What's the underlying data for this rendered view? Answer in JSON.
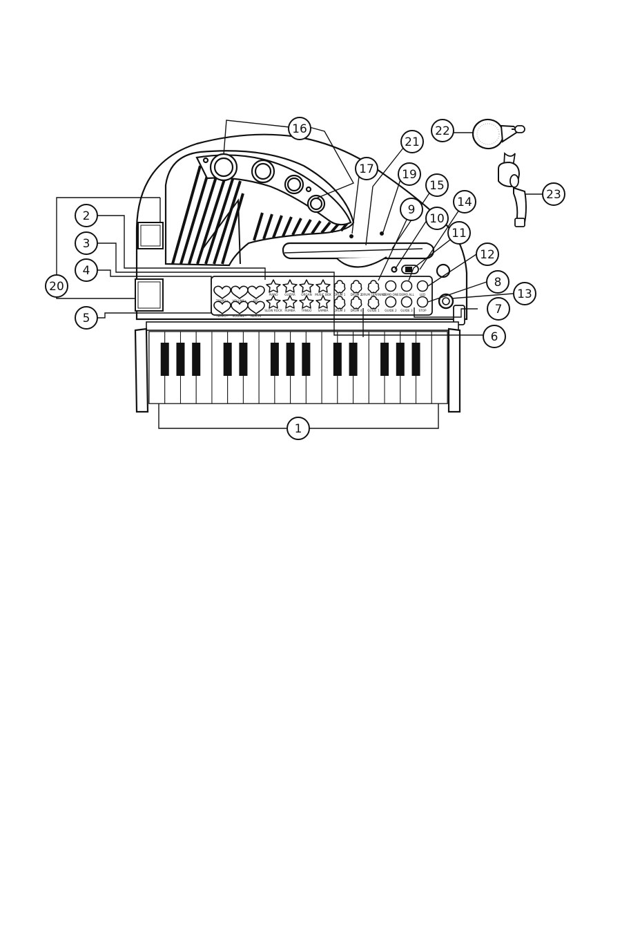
{
  "callouts": {
    "c1": "1",
    "c2": "2",
    "c3": "3",
    "c4": "4",
    "c5": "5",
    "c6": "6",
    "c7": "7",
    "c8": "8",
    "c9": "9",
    "c10": "10",
    "c11": "11",
    "c12": "12",
    "c13": "13",
    "c14": "14",
    "c15": "15",
    "c16": "16",
    "c17": "17",
    "c19": "19",
    "c20": "20",
    "c21": "21",
    "c22": "22",
    "c23": "23"
  },
  "buttons": {
    "tempo_up": "TEMPO+",
    "tempo_down": "TEMPO−",
    "volume_up": "VOLUME+",
    "volume_down": "VOLUME−",
    "rec": "REC",
    "replay": "REPLAY",
    "piano": "PIANO",
    "guitar": "GUITAR",
    "organ": "ORGAN",
    "music_box": "MUSIC BOX",
    "slow_rock": "SLOW ROCK",
    "rumba": "RUMBA",
    "tango": "TANGO",
    "samba": "SAMBA",
    "drum1": "DRUM 1",
    "drum2": "DRUM 2",
    "drum3": "DRUM 3",
    "drum4": "DRUM 4",
    "drum_learning": "DRUM LEARNING",
    "demo_one": "DEMO ONE",
    "demo_all": "DEMO ALL",
    "led": "LED",
    "guide1": "GUIDE 1",
    "guide2": "GUIDE 2",
    "guide3": "GUIDE 3",
    "stop": "STOP"
  }
}
